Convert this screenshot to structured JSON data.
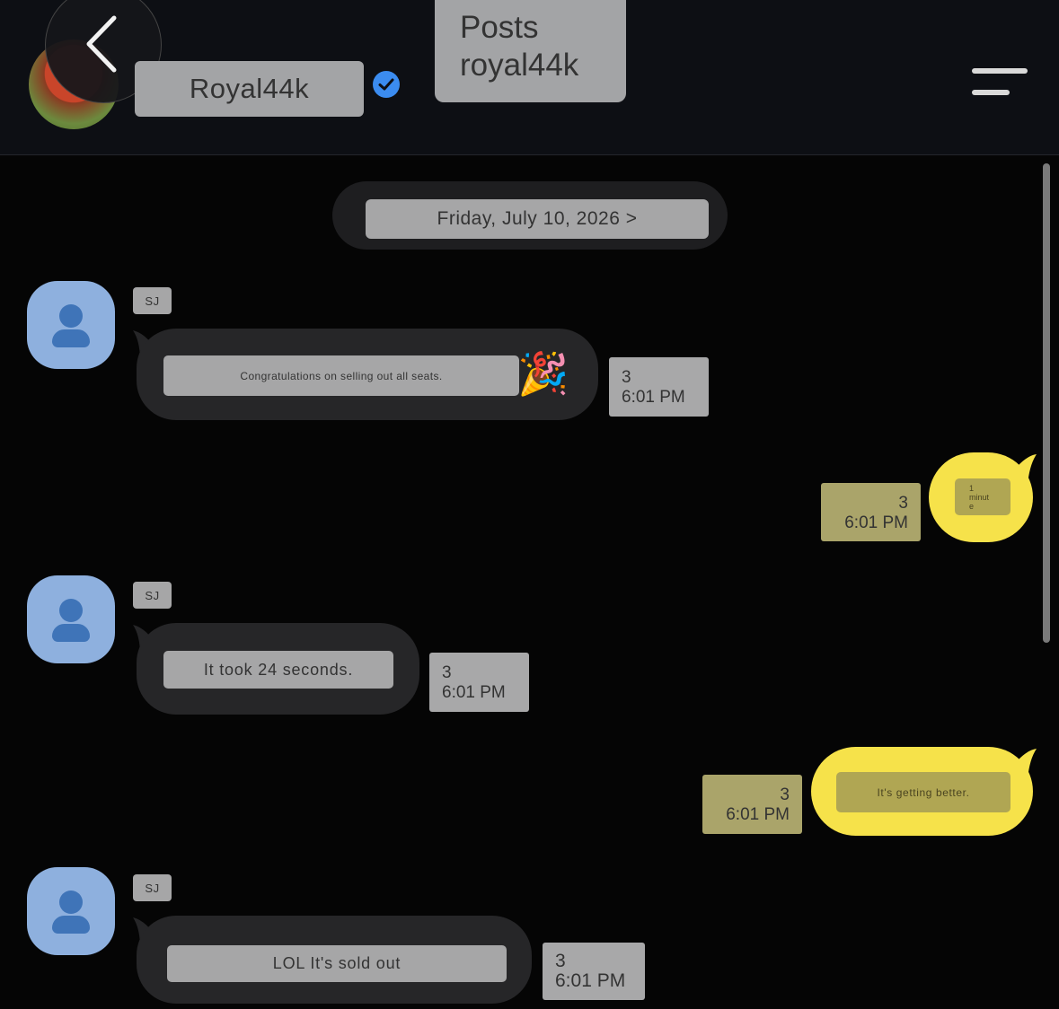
{
  "header": {
    "display_name": "Royal44k",
    "posts_label": "Posts",
    "posts_handle": "royal44k"
  },
  "date_divider": "Friday, July 10, 2026 >",
  "colors": {
    "incoming_bubble": "#262628",
    "outgoing_bubble": "#f6e24a",
    "avatar_bg": "#8eb0de",
    "verified": "#3b8cf0"
  },
  "messages": [
    {
      "direction": "incoming",
      "sender": "SJ",
      "text": "Congratulations on selling out all seats.",
      "emoji": "🎉",
      "read_count": "3",
      "time": "6:01 PM"
    },
    {
      "direction": "outgoing",
      "text_lines": [
        "1",
        "minut",
        "e"
      ],
      "read_count": "3",
      "time": "6:01 PM"
    },
    {
      "direction": "incoming",
      "sender": "SJ",
      "text": "It took 24 seconds.",
      "read_count": "3",
      "time": "6:01 PM"
    },
    {
      "direction": "outgoing",
      "text": "It's getting better.",
      "read_count": "3",
      "time": "6:01 PM"
    },
    {
      "direction": "incoming",
      "sender": "SJ",
      "text": "LOL It's sold out",
      "read_count": "3",
      "time": "6:01 PM"
    }
  ]
}
